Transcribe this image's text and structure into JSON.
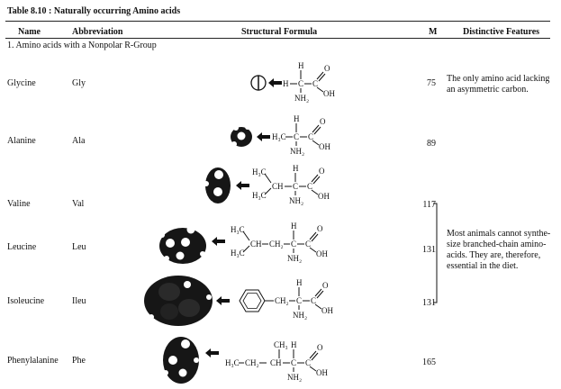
{
  "table": {
    "title": "Table 8.10 : Naturally occurring Amino acids",
    "headers": {
      "name": "Name",
      "abbreviation": "Abbreviation",
      "formula": "Structural Formula",
      "mass": "M",
      "features": "Distinctive Features"
    },
    "section": "1.   Amino acids with a Nonpolar R-Group",
    "rows": [
      {
        "name": "Glycine",
        "abbr": "Gly",
        "mass": "75",
        "feature": "The only amino acid lacking an asymmetric carbon."
      },
      {
        "name": "Alanine",
        "abbr": "Ala",
        "mass": "89",
        "feature": ""
      },
      {
        "name": "Valine",
        "abbr": "Val",
        "mass": "117",
        "feature": ""
      },
      {
        "name": "Leucine",
        "abbr": "Leu",
        "mass": "131",
        "feature": ""
      },
      {
        "name": "Isoleucine",
        "abbr": "Ileu",
        "mass": "131",
        "feature": ""
      },
      {
        "name": "Phenylalanine",
        "abbr": "Phe",
        "mass": "165",
        "feature": ""
      }
    ],
    "group_feature": "Most animals cannot synthe-size branched-chain amino-acids. They are, therefore, essential in the diet."
  },
  "formula_text": {
    "H": "H",
    "C": "C",
    "O": "O",
    "OH": "OH",
    "NH2": "NH₂",
    "H3C": "H₃C",
    "CH": "CH",
    "CH2": "CH₂",
    "CH3": "CH₃"
  },
  "colors": {
    "ink": "#111111",
    "model_fill": "#161616",
    "atom": "#ffffff"
  }
}
